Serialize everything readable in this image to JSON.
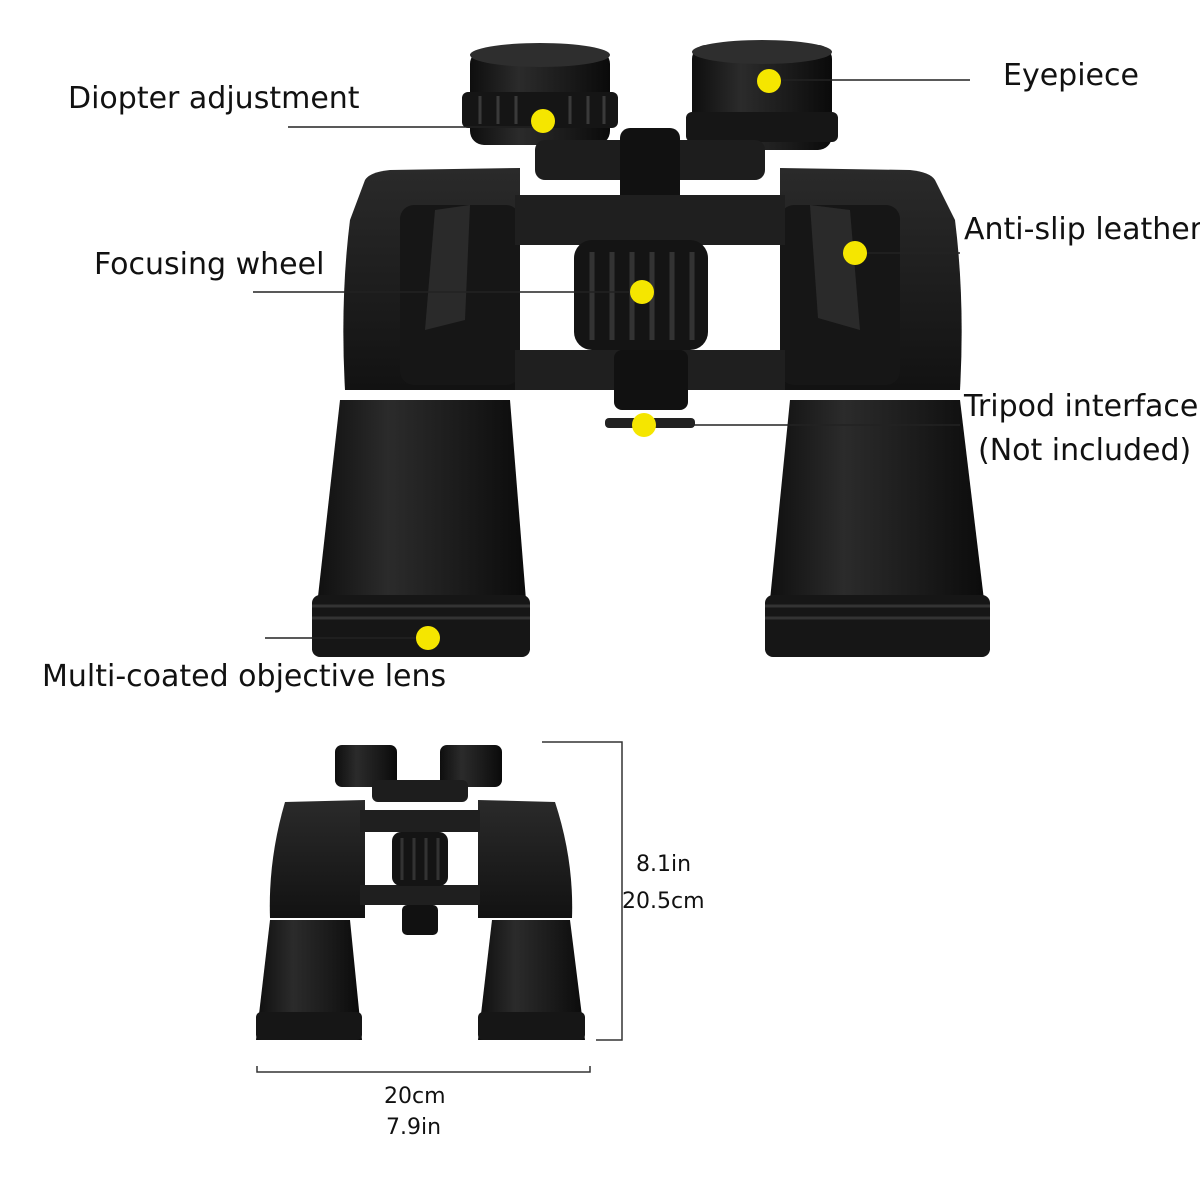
{
  "callouts": {
    "diopter": "Diopter adjustment",
    "eyepiece": "Eyepiece",
    "focusing": "Focusing wheel",
    "antislip": "Anti-slip leather",
    "tripod_line1": "Tripod interface",
    "tripod_line2": "(Not included)",
    "objective": "Multi-coated objective lens"
  },
  "dimensions": {
    "height_in": "8.1in",
    "height_cm": "20.5cm",
    "width_cm": "20cm",
    "width_in": "7.9in"
  },
  "colors": {
    "marker": "#f5e600",
    "body": "#1b1b1b",
    "leader": "#222222"
  }
}
